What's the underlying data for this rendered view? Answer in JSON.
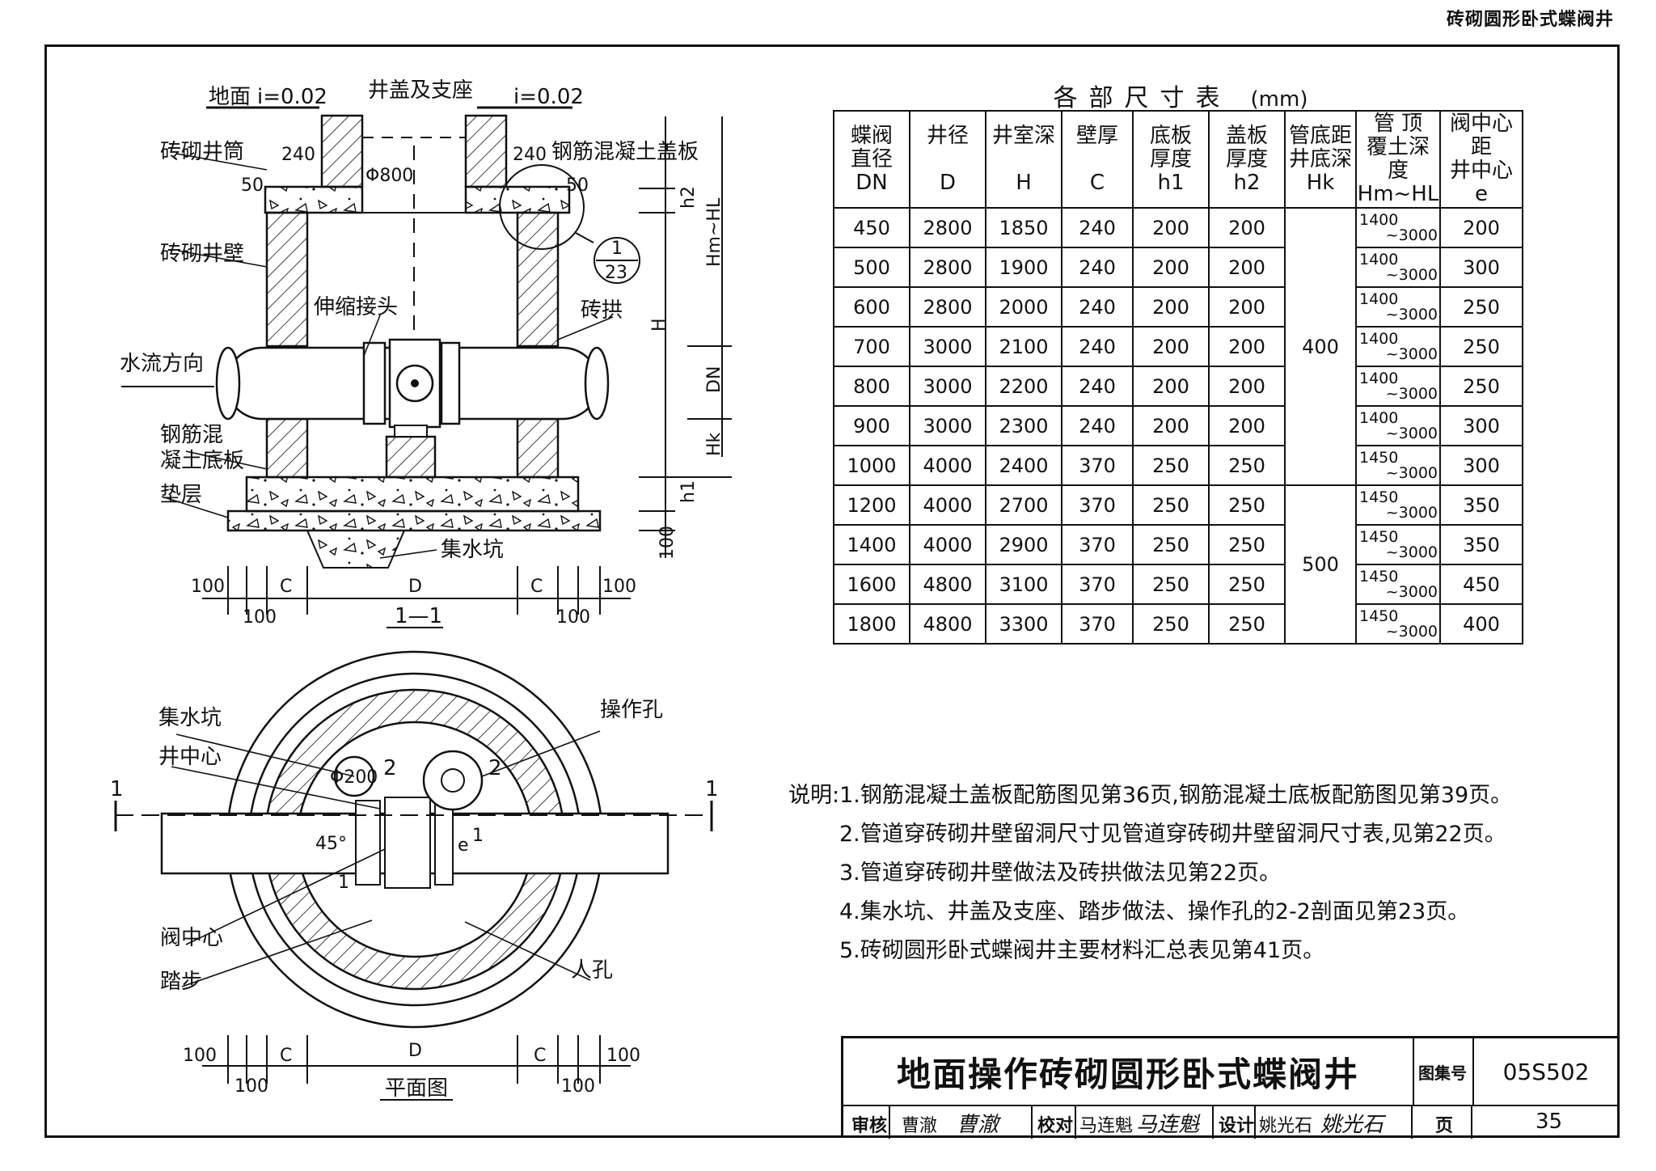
{
  "header": {
    "title": "砖砌圆形卧式蝶阀井"
  },
  "section_view": {
    "ground_label": "地面",
    "slope_left": "i=0.02",
    "slope_right": "i=0.02",
    "cover_label": "井盖及支座",
    "shaft_label": "砖砌井筒",
    "dim_240_left": "240",
    "dim_240_right": "240",
    "rc_cover_label": "钢筋混凝土盖板",
    "dim_50_left": "50",
    "dim_50_right": "50",
    "dia_label": "Φ800",
    "wall_label": "砖砌井壁",
    "detail_top": "1",
    "detail_bottom": "23",
    "joint_label": "伸缩接头",
    "arch_label": "砖拱",
    "flow_label": "水流方向",
    "base_label_1": "钢筋混",
    "base_label_2": "凝土底板",
    "cushion_label": "垫层",
    "sump_label": "集水坑",
    "dim_h2": "h2",
    "dim_hm": "Hm~HL",
    "dim_H": "H",
    "dim_DN": "DN",
    "dim_Hk": "Hk",
    "dim_h1": "h1",
    "dim_100": "100",
    "bottom_dims": {
      "d100a": "100",
      "c1": "C",
      "d": "D",
      "c2": "C",
      "d100b": "100",
      "e100a": "100",
      "e100b": "100"
    },
    "section_mark": "1—1"
  },
  "plan_view": {
    "sump_label": "集水坑",
    "center_label": "井中心",
    "op_hole_label": "操作孔",
    "dia200": "Φ200",
    "mark_2a": "2",
    "mark_2b": "2",
    "angle_label": "45°",
    "e_label": "e",
    "mark_1a": "1",
    "mark_1b": "1",
    "valve_center_label": "阀中心",
    "step_label": "踏步",
    "manhole_label": "人孔",
    "cut_left": "1",
    "cut_right": "1",
    "bottom_dims": {
      "d100a": "100",
      "c1": "C",
      "d": "D",
      "c2": "C",
      "d100b": "100",
      "e100a": "100",
      "e100b": "100"
    },
    "plan_title": "平面图"
  },
  "table": {
    "title": "各部尺寸表",
    "unit": "(mm)",
    "headers": [
      [
        "蝶阀",
        "直径",
        "DN"
      ],
      [
        "井径",
        "D"
      ],
      [
        "井室深",
        "H"
      ],
      [
        "壁厚",
        "C"
      ],
      [
        "底板",
        "厚度",
        "h1"
      ],
      [
        "盖板",
        "厚度",
        "h2"
      ],
      [
        "管底距",
        "井底深",
        "Hk"
      ],
      [
        "管 顶",
        "覆土深度",
        "Hm~HL"
      ],
      [
        "阀中心距",
        "井中心",
        "e"
      ]
    ],
    "rows": [
      {
        "dn": "450",
        "d": "2800",
        "h": "1850",
        "c": "240",
        "h1": "200",
        "h2": "200",
        "cov_a": "1400",
        "cov_b": "~3000",
        "e": "200"
      },
      {
        "dn": "500",
        "d": "2800",
        "h": "1900",
        "c": "240",
        "h1": "200",
        "h2": "200",
        "cov_a": "1400",
        "cov_b": "~3000",
        "e": "300"
      },
      {
        "dn": "600",
        "d": "2800",
        "h": "2000",
        "c": "240",
        "h1": "200",
        "h2": "200",
        "cov_a": "1400",
        "cov_b": "~3000",
        "e": "250"
      },
      {
        "dn": "700",
        "d": "3000",
        "h": "2100",
        "c": "240",
        "h1": "200",
        "h2": "200",
        "cov_a": "1400",
        "cov_b": "~3000",
        "e": "250"
      },
      {
        "dn": "800",
        "d": "3000",
        "h": "2200",
        "c": "240",
        "h1": "200",
        "h2": "200",
        "cov_a": "1400",
        "cov_b": "~3000",
        "e": "250"
      },
      {
        "dn": "900",
        "d": "3000",
        "h": "2300",
        "c": "240",
        "h1": "200",
        "h2": "200",
        "cov_a": "1400",
        "cov_b": "~3000",
        "e": "300"
      },
      {
        "dn": "1000",
        "d": "4000",
        "h": "2400",
        "c": "370",
        "h1": "250",
        "h2": "250",
        "cov_a": "1450",
        "cov_b": "~3000",
        "e": "300"
      },
      {
        "dn": "1200",
        "d": "4000",
        "h": "2700",
        "c": "370",
        "h1": "250",
        "h2": "250",
        "cov_a": "1450",
        "cov_b": "~3000",
        "e": "350"
      },
      {
        "dn": "1400",
        "d": "4000",
        "h": "2900",
        "c": "370",
        "h1": "250",
        "h2": "250",
        "cov_a": "1450",
        "cov_b": "~3000",
        "e": "350"
      },
      {
        "dn": "1600",
        "d": "4800",
        "h": "3100",
        "c": "370",
        "h1": "250",
        "h2": "250",
        "cov_a": "1450",
        "cov_b": "~3000",
        "e": "450"
      },
      {
        "dn": "1800",
        "d": "4800",
        "h": "3300",
        "c": "370",
        "h1": "250",
        "h2": "250",
        "cov_a": "1450",
        "cov_b": "~3000",
        "e": "400"
      }
    ],
    "hk_group1": "400",
    "hk_group2": "500"
  },
  "notes": {
    "prefix": "说明:",
    "items": [
      "1.钢筋混凝土盖板配筋图见第36页,钢筋混凝土底板配筋图见第39页。",
      "2.管道穿砖砌井壁留洞尺寸见管道穿砖砌井壁留洞尺寸表,见第22页。",
      "3.管道穿砖砌井壁做法及砖拱做法见第22页。",
      "4.集水坑、井盖及支座、踏步做法、操作孔的2-2剖面见第23页。",
      "5.砖砌圆形卧式蝶阀井主要材料汇总表见第41页。"
    ]
  },
  "title_block": {
    "title": "地面操作砖砌圆形卧式蝶阀井",
    "atlas_label": "图集号",
    "atlas_no": "05S502",
    "review_label": "审核",
    "reviewer": "曹澈",
    "reviewer_sig": "曹澈",
    "check_label": "校对",
    "checker": "马连魁",
    "checker_sig": "马连魁",
    "design_label": "设计",
    "designer": "姚光石",
    "designer_sig": "姚光石",
    "page_label": "页",
    "page_no": "35"
  }
}
